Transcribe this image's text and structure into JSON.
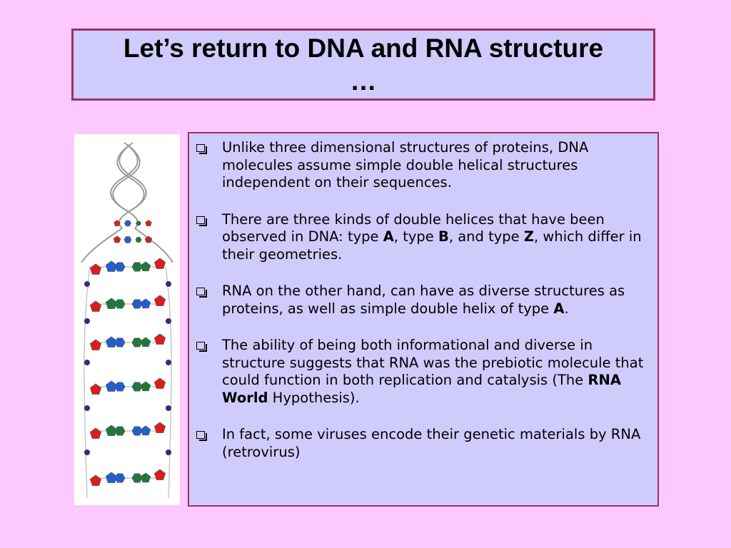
{
  "slide": {
    "title": "Let’s return to DNA and RNA structure …"
  },
  "bullets": [
    {
      "parts": [
        {
          "text": "Unlike three dimensional structures of proteins, DNA molecules assume simple double helical structures independent on their sequences.",
          "bold": false
        }
      ]
    },
    {
      "parts": [
        {
          "text": "There are three kinds of double helices that have been observed in DNA: type ",
          "bold": false
        },
        {
          "text": "A",
          "bold": true
        },
        {
          "text": ", type ",
          "bold": false
        },
        {
          "text": "B",
          "bold": true
        },
        {
          "text": ", and type ",
          "bold": false
        },
        {
          "text": "Z",
          "bold": true
        },
        {
          "text": ", which differ in their geometries.",
          "bold": false
        }
      ]
    },
    {
      "parts": [
        {
          "text": "RNA on the other hand, can have as diverse structures as proteins, as well as simple double helix of type ",
          "bold": false
        },
        {
          "text": "A",
          "bold": true
        },
        {
          "text": ".",
          "bold": false
        }
      ]
    },
    {
      "parts": [
        {
          "text": "The ability of being both informational and diverse in structure suggests that RNA was the prebiotic molecule that could function in both replication and catalysis (The ",
          "bold": false
        },
        {
          "text": "RNA World",
          "bold": true
        },
        {
          "text": " Hypothesis).",
          "bold": false
        }
      ]
    },
    {
      "parts": [
        {
          "text": "In fact, some viruses encode their genetic materials by RNA (retrovirus)",
          "bold": false
        }
      ]
    }
  ],
  "colors": {
    "background": "#fdc8fd",
    "box_fill": "#cfccfc",
    "box_border": "#993366",
    "base_red": "#e01b1b",
    "base_blue": "#1f5fd6",
    "base_green": "#1e7a3c",
    "phosphate": "#3a2a7a"
  },
  "icons": {
    "bullet": "checkbox-icon"
  }
}
